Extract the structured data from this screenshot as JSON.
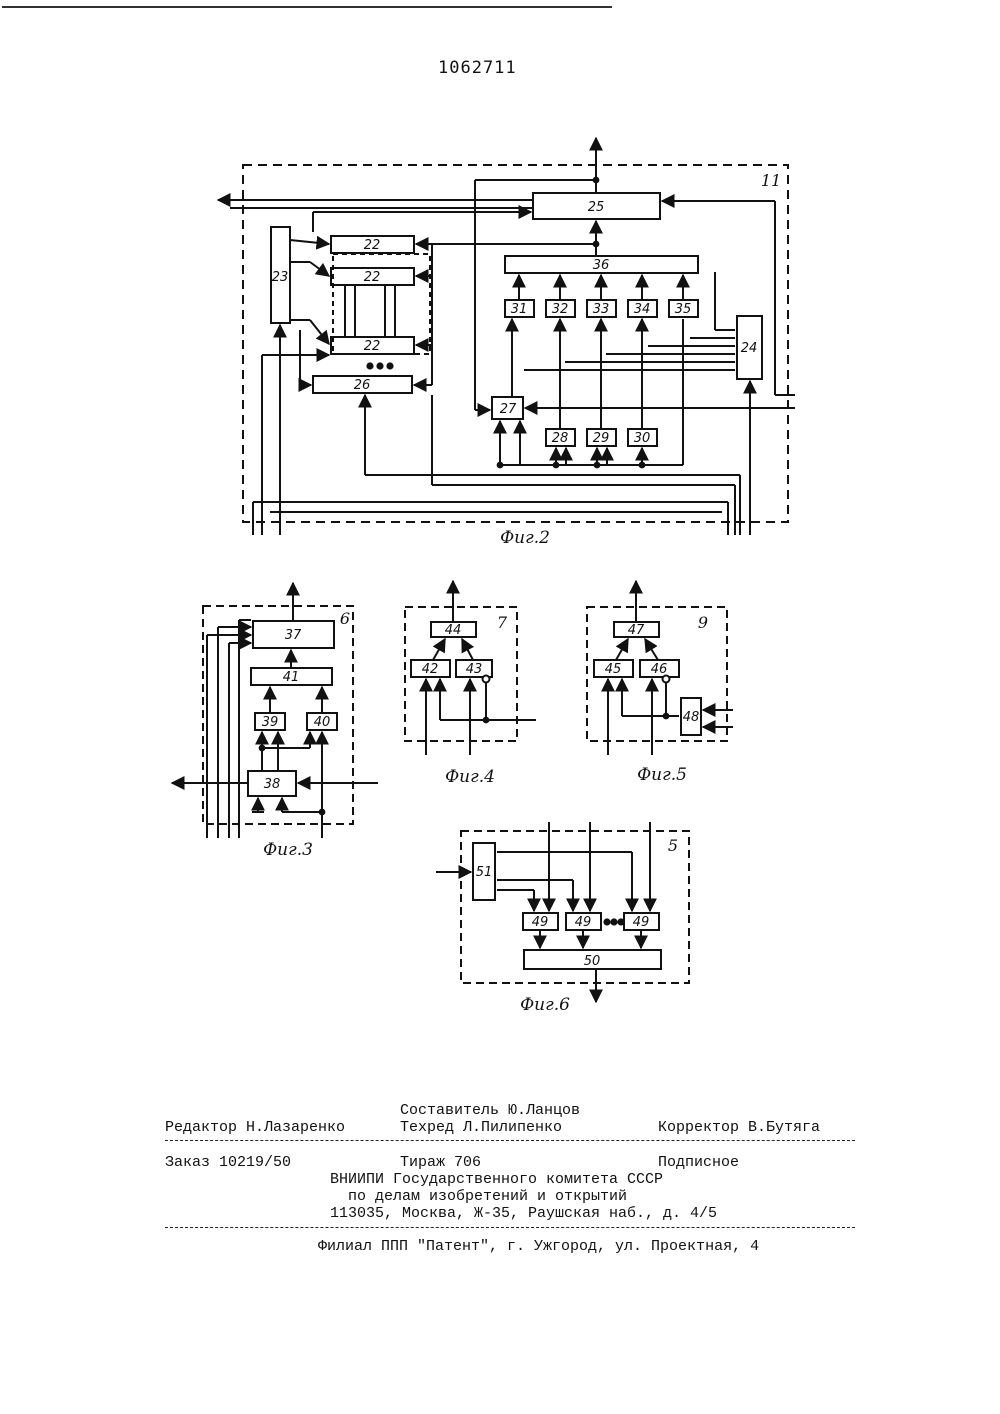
{
  "document": {
    "patent_number": "1062711"
  },
  "figures": {
    "fig2": {
      "caption": "Фиг.2",
      "frame_label": "11",
      "blocks": [
        "25",
        "22",
        "22",
        "22",
        "23",
        "26",
        "36",
        "31",
        "32",
        "33",
        "34",
        "35",
        "24",
        "27",
        "28",
        "29",
        "30"
      ]
    },
    "fig3": {
      "caption": "Фиг.3",
      "frame_label": "6",
      "blocks": [
        "37",
        "41",
        "39",
        "40",
        "38"
      ]
    },
    "fig4": {
      "caption": "Фиг.4",
      "frame_label": "7",
      "blocks": [
        "44",
        "42",
        "43"
      ]
    },
    "fig5": {
      "caption": "Фиг.5",
      "frame_label": "9",
      "blocks": [
        "47",
        "45",
        "46",
        "48"
      ]
    },
    "fig6": {
      "caption": "Фиг.6",
      "frame_label": "5",
      "blocks": [
        "51",
        "49",
        "49",
        "49",
        "50"
      ]
    }
  },
  "imprint": {
    "compiler": "Составитель Ю.Ланцов",
    "editor": "Редактор Н.Лазаренко",
    "techred": "Техред Л.Пилипенко",
    "corrector": "Корректор В.Бутяга",
    "order": "Заказ 10219/50",
    "circulation": "Тираж 706",
    "subscription": "Подписное",
    "org_line1": "ВНИИПИ Государственного комитета СССР",
    "org_line2": "по делам изобретений и открытий",
    "org_address": "113035, Москва, Ж-35, Раушская наб., д. 4/5",
    "branch": "Филиал ППП \"Патент\", г. Ужгород, ул. Проектная, 4"
  }
}
